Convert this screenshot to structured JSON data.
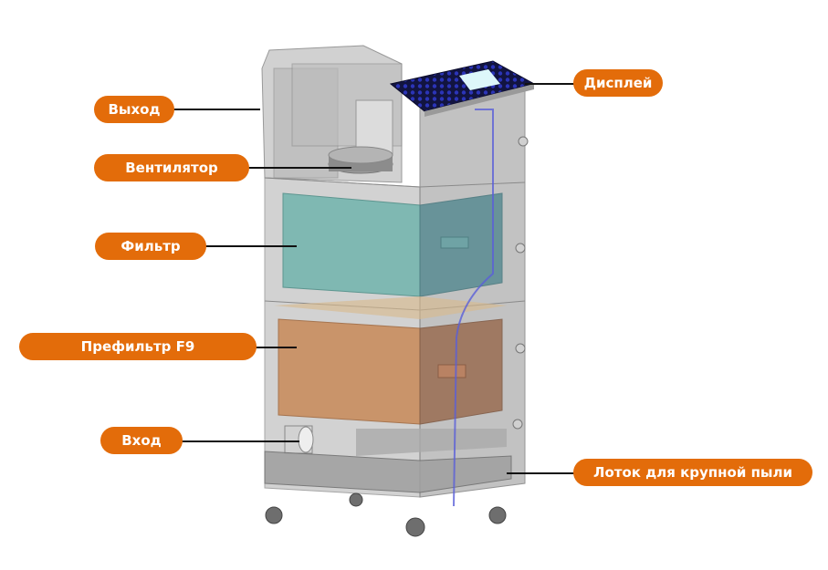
{
  "diagram": {
    "subject": "Пылеулавливающий агрегат (вид в разрезе)",
    "accent_color": "#E36C0A",
    "labels": [
      {
        "id": "exit",
        "text": "Выход"
      },
      {
        "id": "fan",
        "text": "Вентилятор"
      },
      {
        "id": "filter",
        "text": "Фильтр"
      },
      {
        "id": "prefilter",
        "text": "Префильтр F9"
      },
      {
        "id": "inlet",
        "text": "Вход"
      },
      {
        "id": "display",
        "text": "Дисплей"
      },
      {
        "id": "dust-tray",
        "text": "Лоток для крупной пыли"
      }
    ],
    "colors": {
      "label_fill": "#E36C0A",
      "label_text": "#FFFFFF",
      "leader_line": "#111111",
      "filter_box": "#7FB8B2",
      "prefilter_box": "#C9946A",
      "display_panel": "#1B1E6B",
      "screen": "#DDF7FA",
      "cable": "#5A5FD8",
      "housing": "#BDBDBD"
    }
  }
}
